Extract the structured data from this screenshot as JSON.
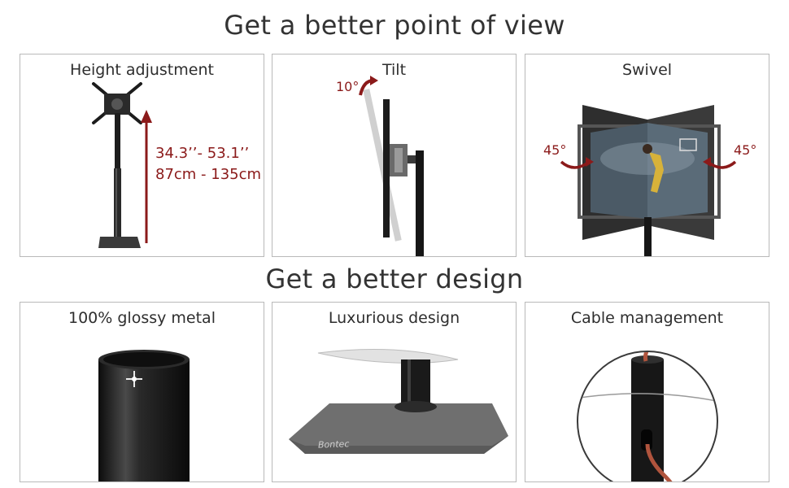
{
  "sections": [
    {
      "title": "Get a better point of view"
    },
    {
      "title": "Get a better design"
    }
  ],
  "panels": {
    "height": {
      "label": "Height adjustment",
      "range_in": "34.3’’- 53.1’’",
      "range_cm": "87cm - 135cm"
    },
    "tilt": {
      "label": "Tilt",
      "angle": "10°"
    },
    "swivel": {
      "label": "Swivel",
      "left_angle": "45°",
      "right_angle": "45°"
    },
    "metal": {
      "label": "100% glossy metal"
    },
    "luxury": {
      "label": "Luxurious design",
      "brand": "Bontec"
    },
    "cable": {
      "label": "Cable management"
    }
  },
  "colors": {
    "accent": "#8b1a1a",
    "pole": "#1c1c1c",
    "base": "#6f6f6f",
    "border": "#b9b9b9"
  }
}
